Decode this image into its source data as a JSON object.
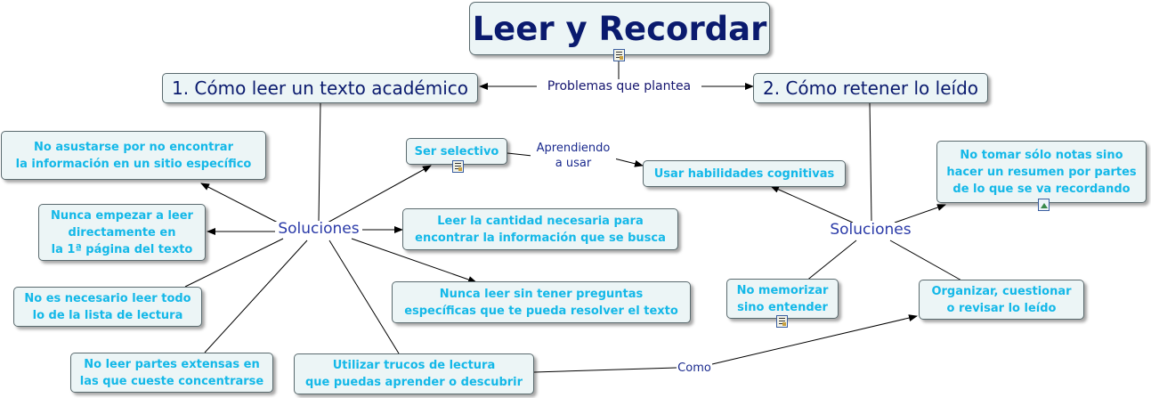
{
  "title": "Leer y Recordar",
  "topics": {
    "left": "1. Cómo leer un texto académico",
    "right": "2. Cómo retener lo leído"
  },
  "links": {
    "problems": "Problemas que plantea",
    "solutions_left": "Soluciones",
    "solutions_right": "Soluciones",
    "learning": "Aprendiendo\na usar",
    "how": "Como"
  },
  "left_nodes": {
    "no_asustarse": "No asustarse por no encontrar\nla información en un sitio específico",
    "nunca_empezar": "Nunca empezar a leer\ndirectamente en\nla 1ª página del texto",
    "no_necesario": "No es necesario leer todo\nlo de la lista de lectura",
    "no_leer_partes": "No leer partes extensas en\nlas que cueste concentrarse",
    "ser_selectivo": "Ser selectivo",
    "leer_cantidad": "Leer la cantidad necesaria para\nencontrar la información que se busca",
    "nunca_leer": "Nunca leer sin tener preguntas\nespecíficas que te pueda resolver el texto",
    "utilizar_trucos": "Utilizar trucos de lectura\nque puedas aprender o descubrir"
  },
  "right_nodes": {
    "habilidades": "Usar habilidades cognitivas",
    "no_tomar": "No tomar sólo notas sino\nhacer un resumen por partes\nde lo que se va recordando",
    "no_memorizar": "No memorizar\nsino entender",
    "organizar": "Organizar, cuestionar\no revisar lo leído"
  },
  "icons": [
    "document-icon",
    "image-icon"
  ],
  "colors": {
    "node_fill": "#ecf5f6",
    "title_text": "#0a1a6e",
    "leaf_text": "#14b8e8",
    "link_text": "#2a3aa8"
  }
}
